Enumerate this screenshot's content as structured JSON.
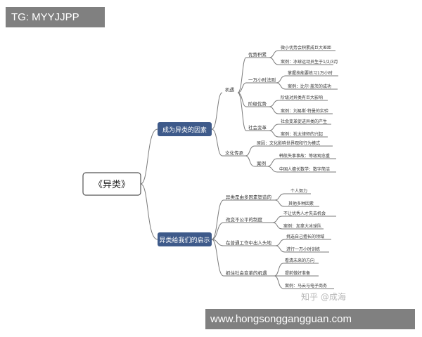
{
  "overlay_top_left": "TG: MYYJJPP",
  "overlay_bottom_right": "www.hongsonggangguan.com",
  "watermark": "知乎 @成海",
  "colors": {
    "line": "#7a7a7a",
    "node_fill": "#3e5a8a",
    "node_text": "#ffffff",
    "root_border": "#555555"
  },
  "mindmap": {
    "root": "《异类》",
    "branch1": {
      "label": "成为异类的因素",
      "jiyu": {
        "label": "机遇",
        "youshi": {
          "label": "优势积累",
          "items": [
            "微小优势会积累成巨大差距",
            "案例：冰球运动员生于1/2/3月"
          ]
        },
        "wanxiaoshi": {
          "label": "一万小时法则",
          "items": [
            "掌握技能要练习1万小时",
            "案例：比尔·盖茨的成功"
          ]
        },
        "jieji": {
          "label": "阶级优势",
          "items": [
            "阶级对异类有巨大影响",
            "案例：刘易斯·特曼的实验"
          ]
        },
        "shehui": {
          "label": "社会变革",
          "items": [
            "社会变革促进异类的产生",
            "案例：犹太律师的兴起"
          ]
        }
      },
      "wenhua": {
        "label": "文化传承",
        "yuanyin": "原因：文化影响世界观和行为模式",
        "anli": {
          "label": "案例",
          "items": [
            "韩航失事事故：等级观念重",
            "中国人擅长数学：数字简洁"
          ]
        }
      }
    },
    "branch2": {
      "label": "异类给我们的启示",
      "children": [
        {
          "label": "异类是由多因素塑造的",
          "items": [
            "个人努力",
            "其他多种因素"
          ]
        },
        {
          "label": "改变不公平的制度",
          "items": [
            "不让优秀人才失去机会",
            "案例：加拿大冰球队"
          ]
        },
        {
          "label": "在普通工作中出人头地",
          "items": [
            "挑选自己擅长的领域",
            "进行一万小时训练"
          ]
        },
        {
          "label": "抓住社会变革的机遇",
          "items": [
            "看清未来的方向",
            "提前做好准备",
            "案例：马云与电子商务"
          ]
        }
      ]
    }
  }
}
